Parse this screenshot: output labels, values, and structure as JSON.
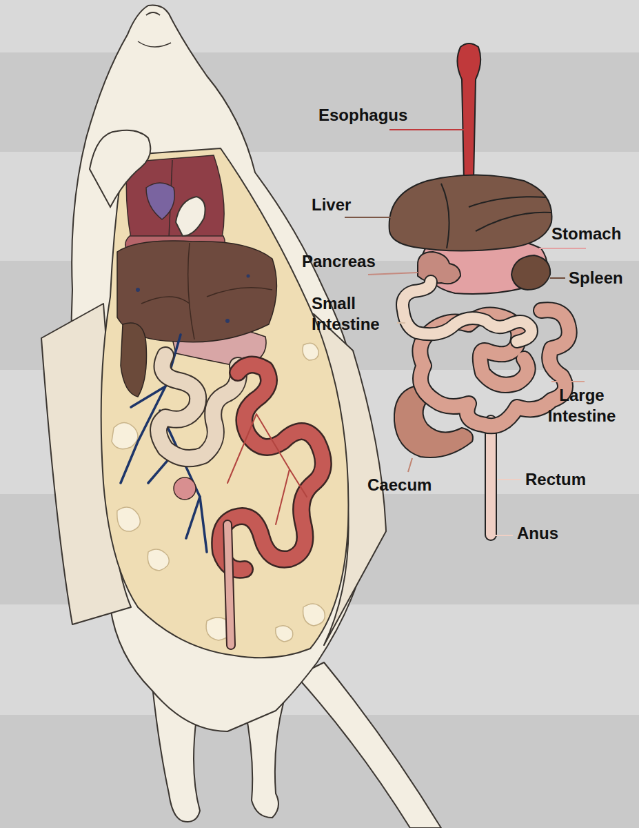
{
  "diagram": {
    "labels": [
      "Esophagus",
      "Liver",
      "Stomach",
      "Pancreas",
      "Spleen",
      "Small Intestine",
      "Large Intestine",
      "Caecum",
      "Rectum",
      "Anus"
    ]
  }
}
